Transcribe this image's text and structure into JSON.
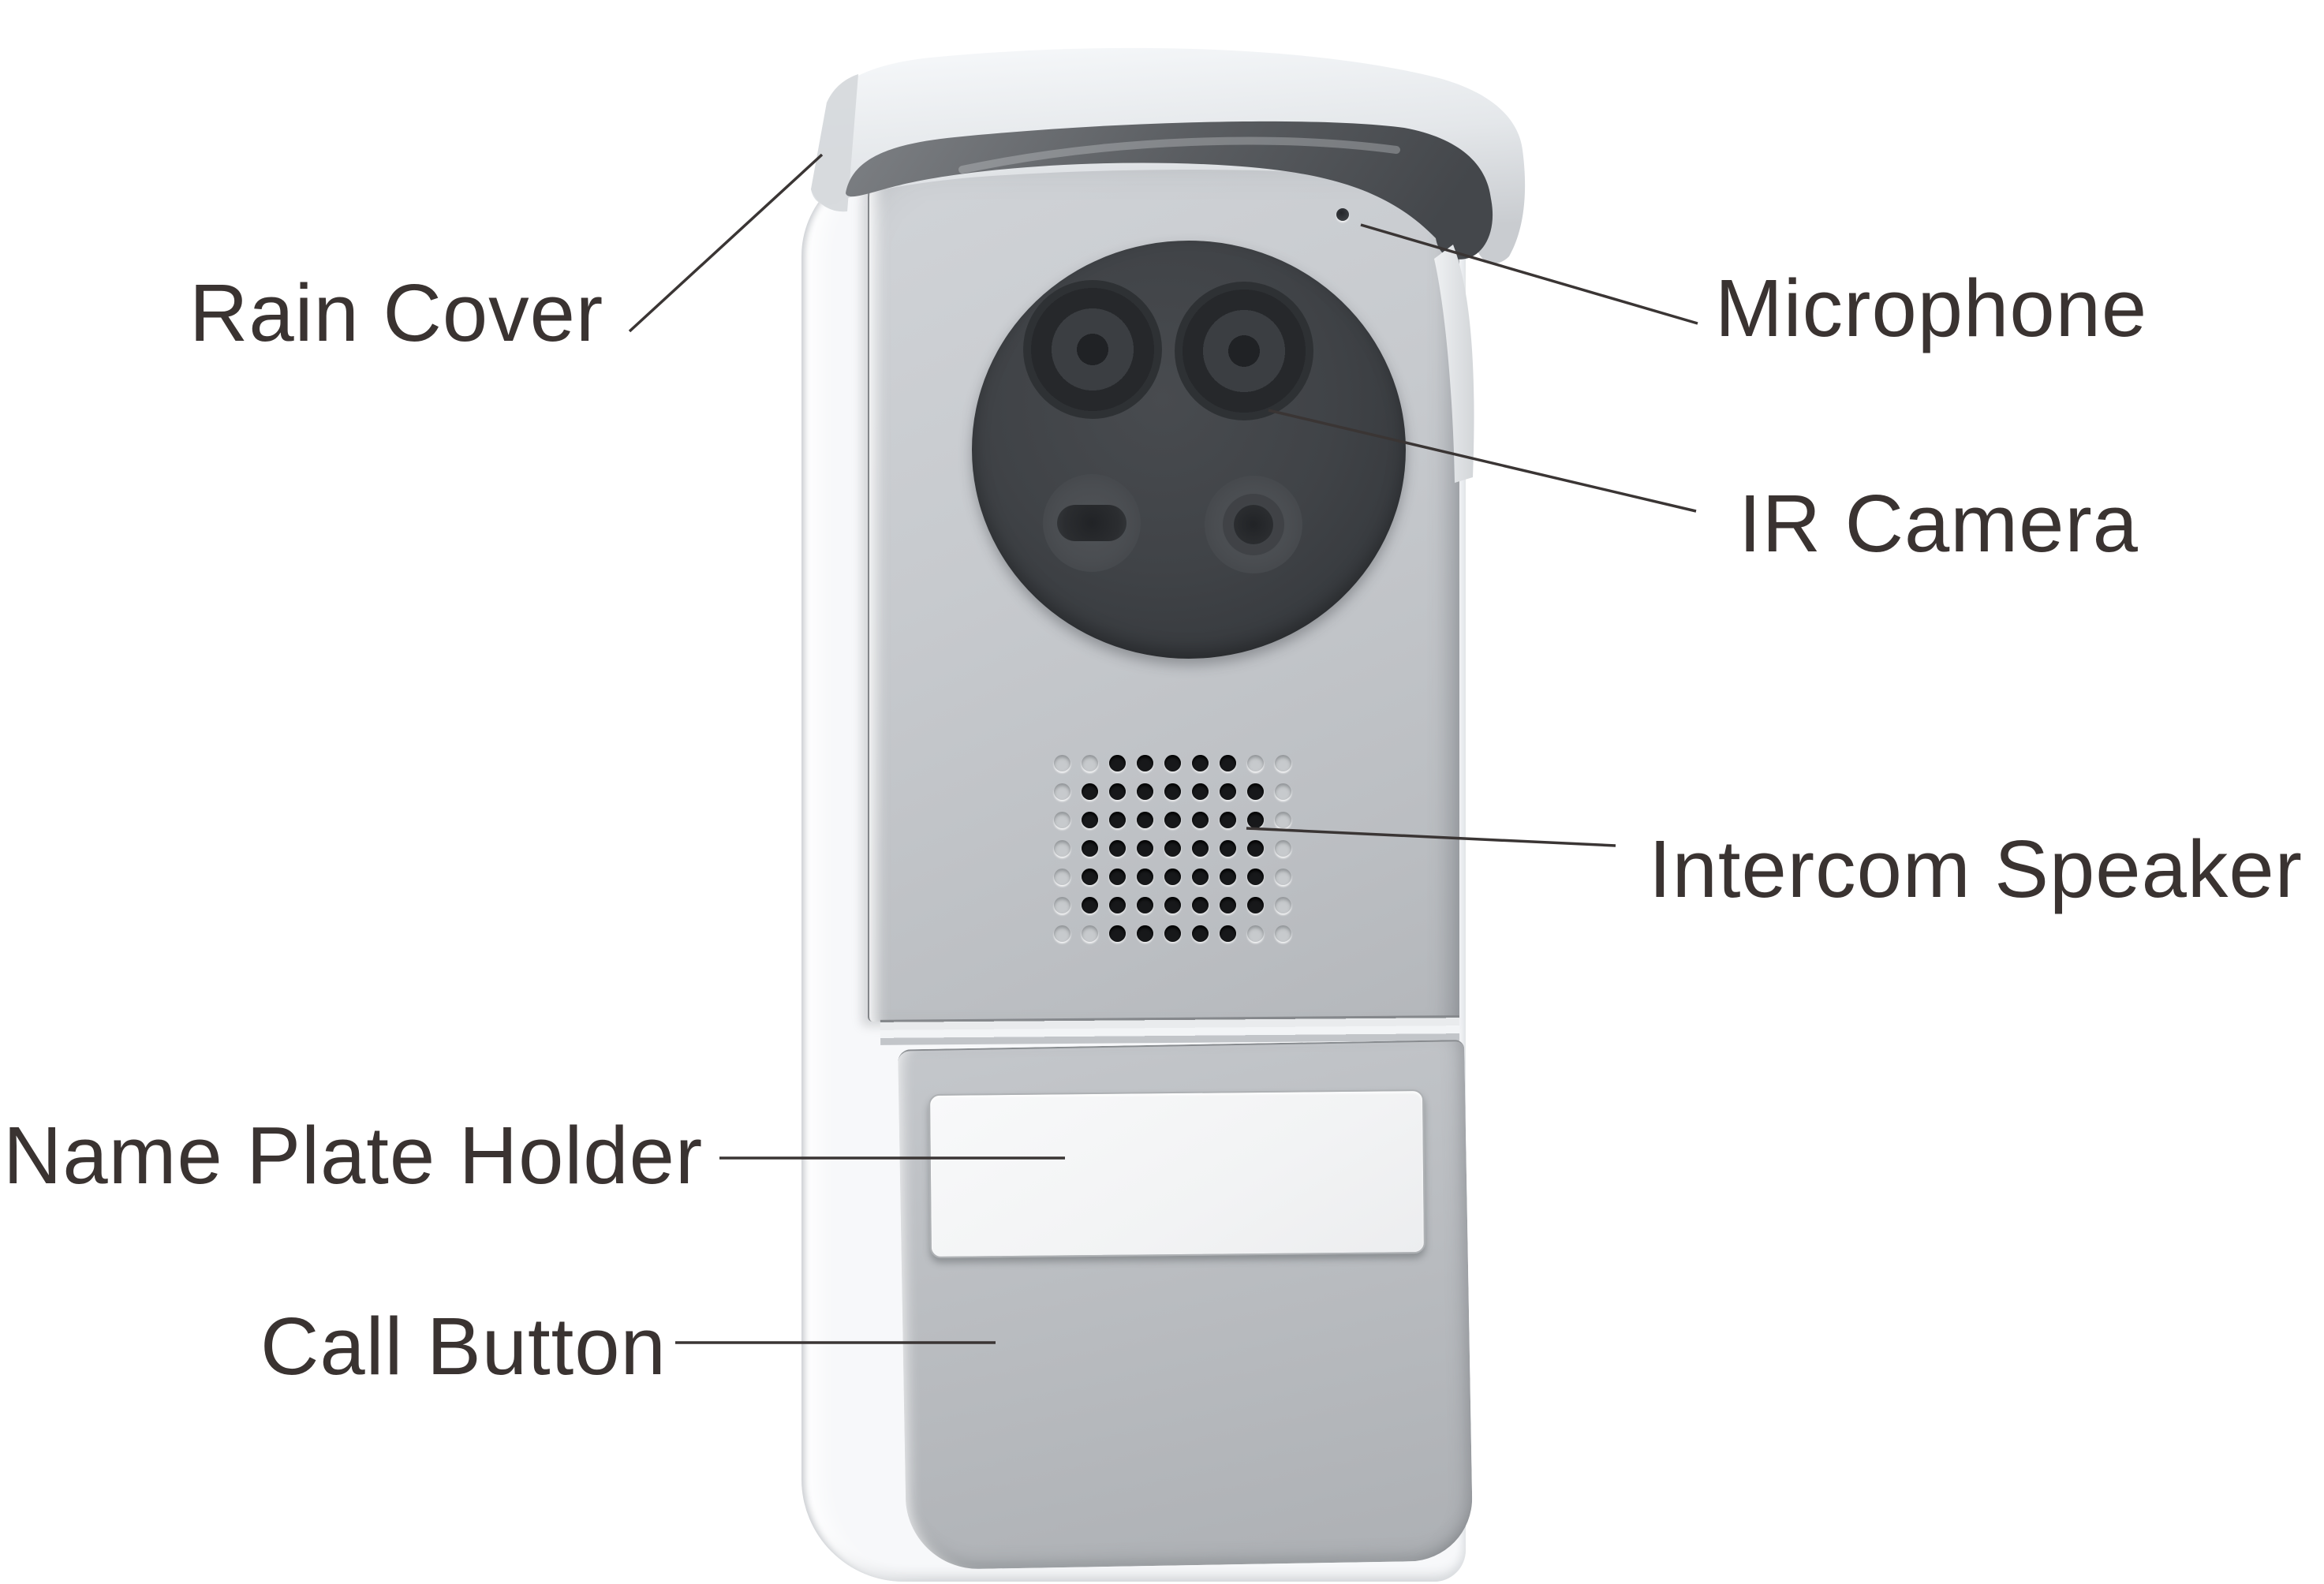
{
  "diagram": {
    "type": "labeled-product-diagram",
    "subject": "Outdoor video door phone station",
    "callouts": [
      {
        "id": "rain-cover",
        "label": "Rain Cover",
        "side": "left"
      },
      {
        "id": "microphone",
        "label": "Microphone",
        "side": "right"
      },
      {
        "id": "ir-camera",
        "label": "IR Camera",
        "side": "right"
      },
      {
        "id": "intercom-speaker",
        "label": "Intercom Speaker",
        "side": "right"
      },
      {
        "id": "name-plate-holder",
        "label": "Name Plate Holder",
        "side": "left"
      },
      {
        "id": "call-button",
        "label": "Call Button",
        "side": "left"
      }
    ],
    "speaker_grille": {
      "rows": 7,
      "columns": 9
    },
    "camera_window": {
      "lenses": 2,
      "ir_leds": 2
    },
    "name_plate_text": ""
  },
  "colors": {
    "background": "#ffffff",
    "label_text": "#3a3331",
    "leader_line": "#3a3534",
    "panel_gray": "#c4c7cb",
    "module_gray": "#b8bbbf",
    "camera_dark": "#3d4044",
    "lens_dark": "#26282b",
    "hood_white": "#eef0f3",
    "hood_underside": "#5b5e62",
    "name_plate": "#f5f6f7",
    "back_plate": "#f7f8fa",
    "speaker_hole": "#17181a"
  }
}
